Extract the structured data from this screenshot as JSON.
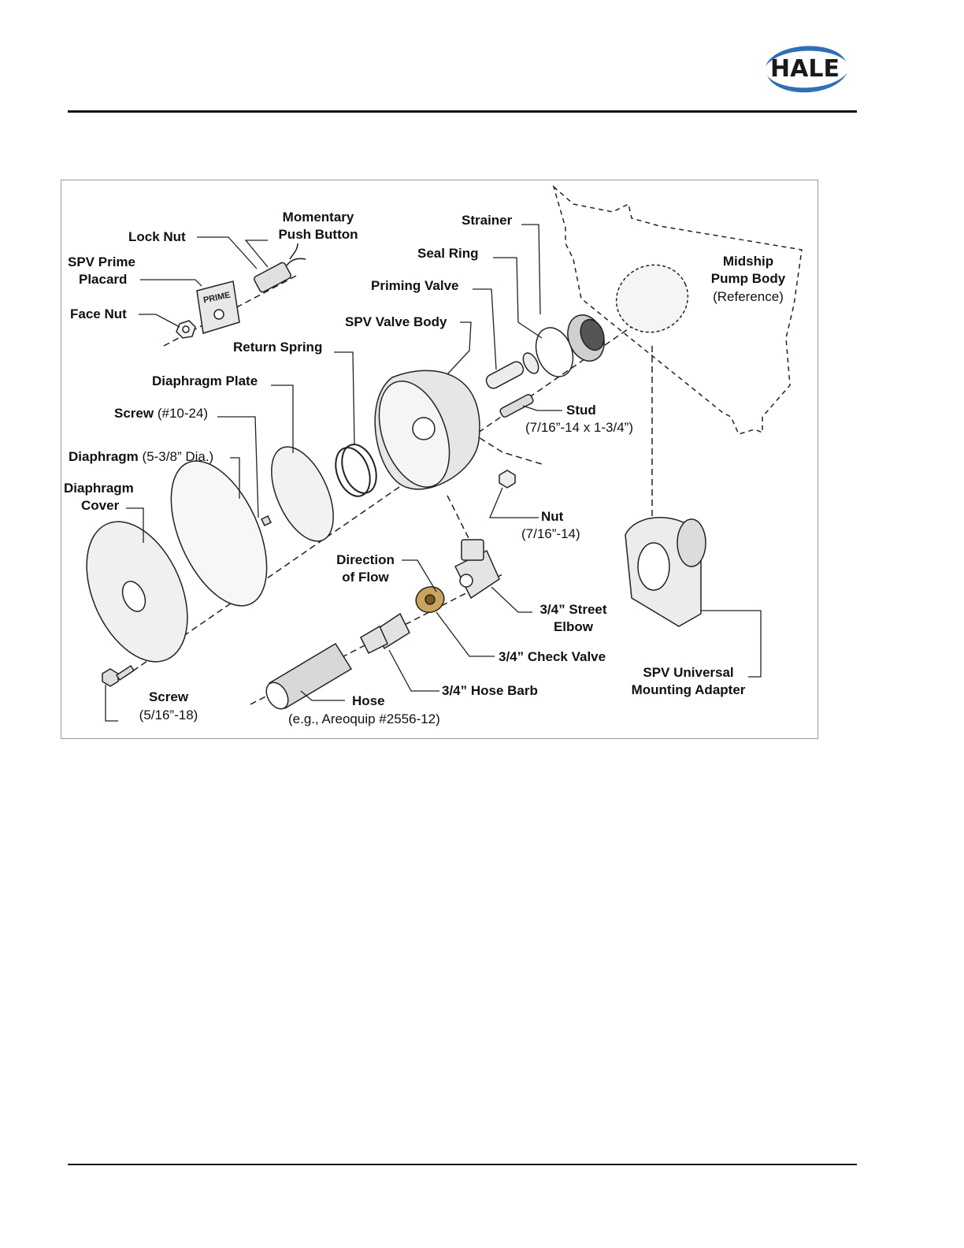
{
  "brand": {
    "logo_text": "HALE",
    "swoosh_color": "#2f6fb6",
    "text_color": "#1a1a1a"
  },
  "figure": {
    "labels": {
      "lock_nut": "Lock Nut",
      "momentary_1": "Momentary",
      "momentary_2": "Push Button",
      "spv_prime_1": "SPV Prime",
      "spv_prime_2": "Placard",
      "face_nut": "Face Nut",
      "strainer": "Strainer",
      "seal_ring": "Seal Ring",
      "priming_valve": "Priming Valve",
      "midship_1": "Midship",
      "midship_2": "Pump Body",
      "midship_3": "(Reference)",
      "spv_valve_body": "SPV Valve Body",
      "return_spring": "Return Spring",
      "diaphragm_plate": "Diaphragm Plate",
      "screw_small": "Screw",
      "screw_small_spec": "(#10-24)",
      "stud": "Stud",
      "stud_spec": "(7/16”-14 x 1-3/4”)",
      "diaphragm": "Diaphragm",
      "diaphragm_spec": "(5-3/8” Dia.)",
      "diaphragm_cover_1": "Diaphragm",
      "diaphragm_cover_2": "Cover",
      "nut": "Nut",
      "nut_spec": "(7/16”-14)",
      "direction_1": "Direction",
      "direction_2": "of Flow",
      "street_elbow_1": "3/4” Street",
      "street_elbow_2": "Elbow",
      "check_valve": "3/4” Check Valve",
      "spv_adapter_1": "SPV Universal",
      "spv_adapter_2": "Mounting Adapter",
      "screw_large": "Screw",
      "screw_large_spec": "(5/16”-18)",
      "hose": "Hose",
      "hose_spec": "(e.g., Areoquip #2556-12)",
      "hose_barb": "3/4” Hose Barb",
      "placard_text": "PRIME"
    }
  }
}
